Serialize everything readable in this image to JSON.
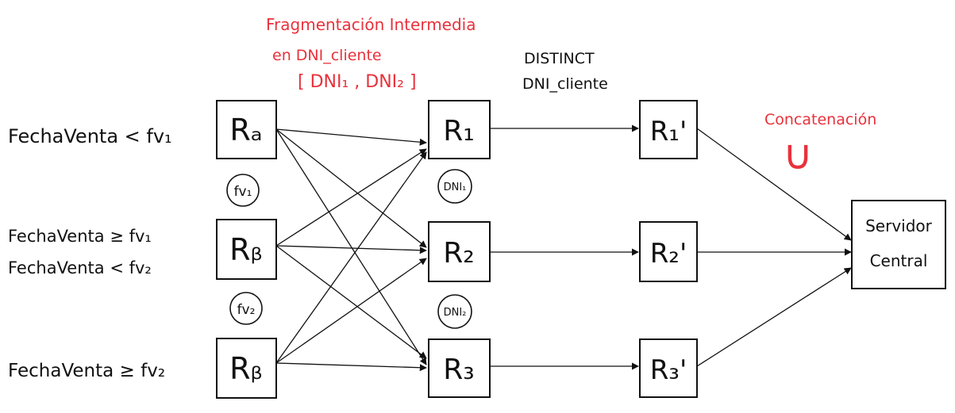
{
  "conditions": {
    "cond1": "FechaVenta < fv₁",
    "cond2a": "FechaVenta ≥ fv₁",
    "cond2b": "FechaVenta < fv₂",
    "cond3": "FechaVenta ≥ fv₂"
  },
  "left_nodes": {
    "a": "Rₐ",
    "b1": "Rᵦ",
    "b2": "Rᵦ",
    "fv1": "fv₁",
    "fv2": "fv₂"
  },
  "mid_nodes": {
    "r1": "R₁",
    "r2": "R₂",
    "r3": "R₃",
    "dni1": "DNI₁",
    "dni2": "DNI₂"
  },
  "right_nodes": {
    "r1p": "R₁'",
    "r2p": "R₂'",
    "r3p": "R₃'"
  },
  "server": {
    "line1": "Servidor",
    "line2": "Central"
  },
  "annotations": {
    "frag_line1": "Fragmentación Intermedia",
    "frag_line2": "en   DNI_cliente",
    "frag_line3": "[ DNI₁ , DNI₂ ]",
    "distinct_line1": "DISTINCT",
    "distinct_line2": "DNI_cliente",
    "concat_label": "Concatenación",
    "union_symbol": "∪"
  },
  "colors": {
    "ink": "#111111",
    "annotation_red": "#e8323c"
  }
}
